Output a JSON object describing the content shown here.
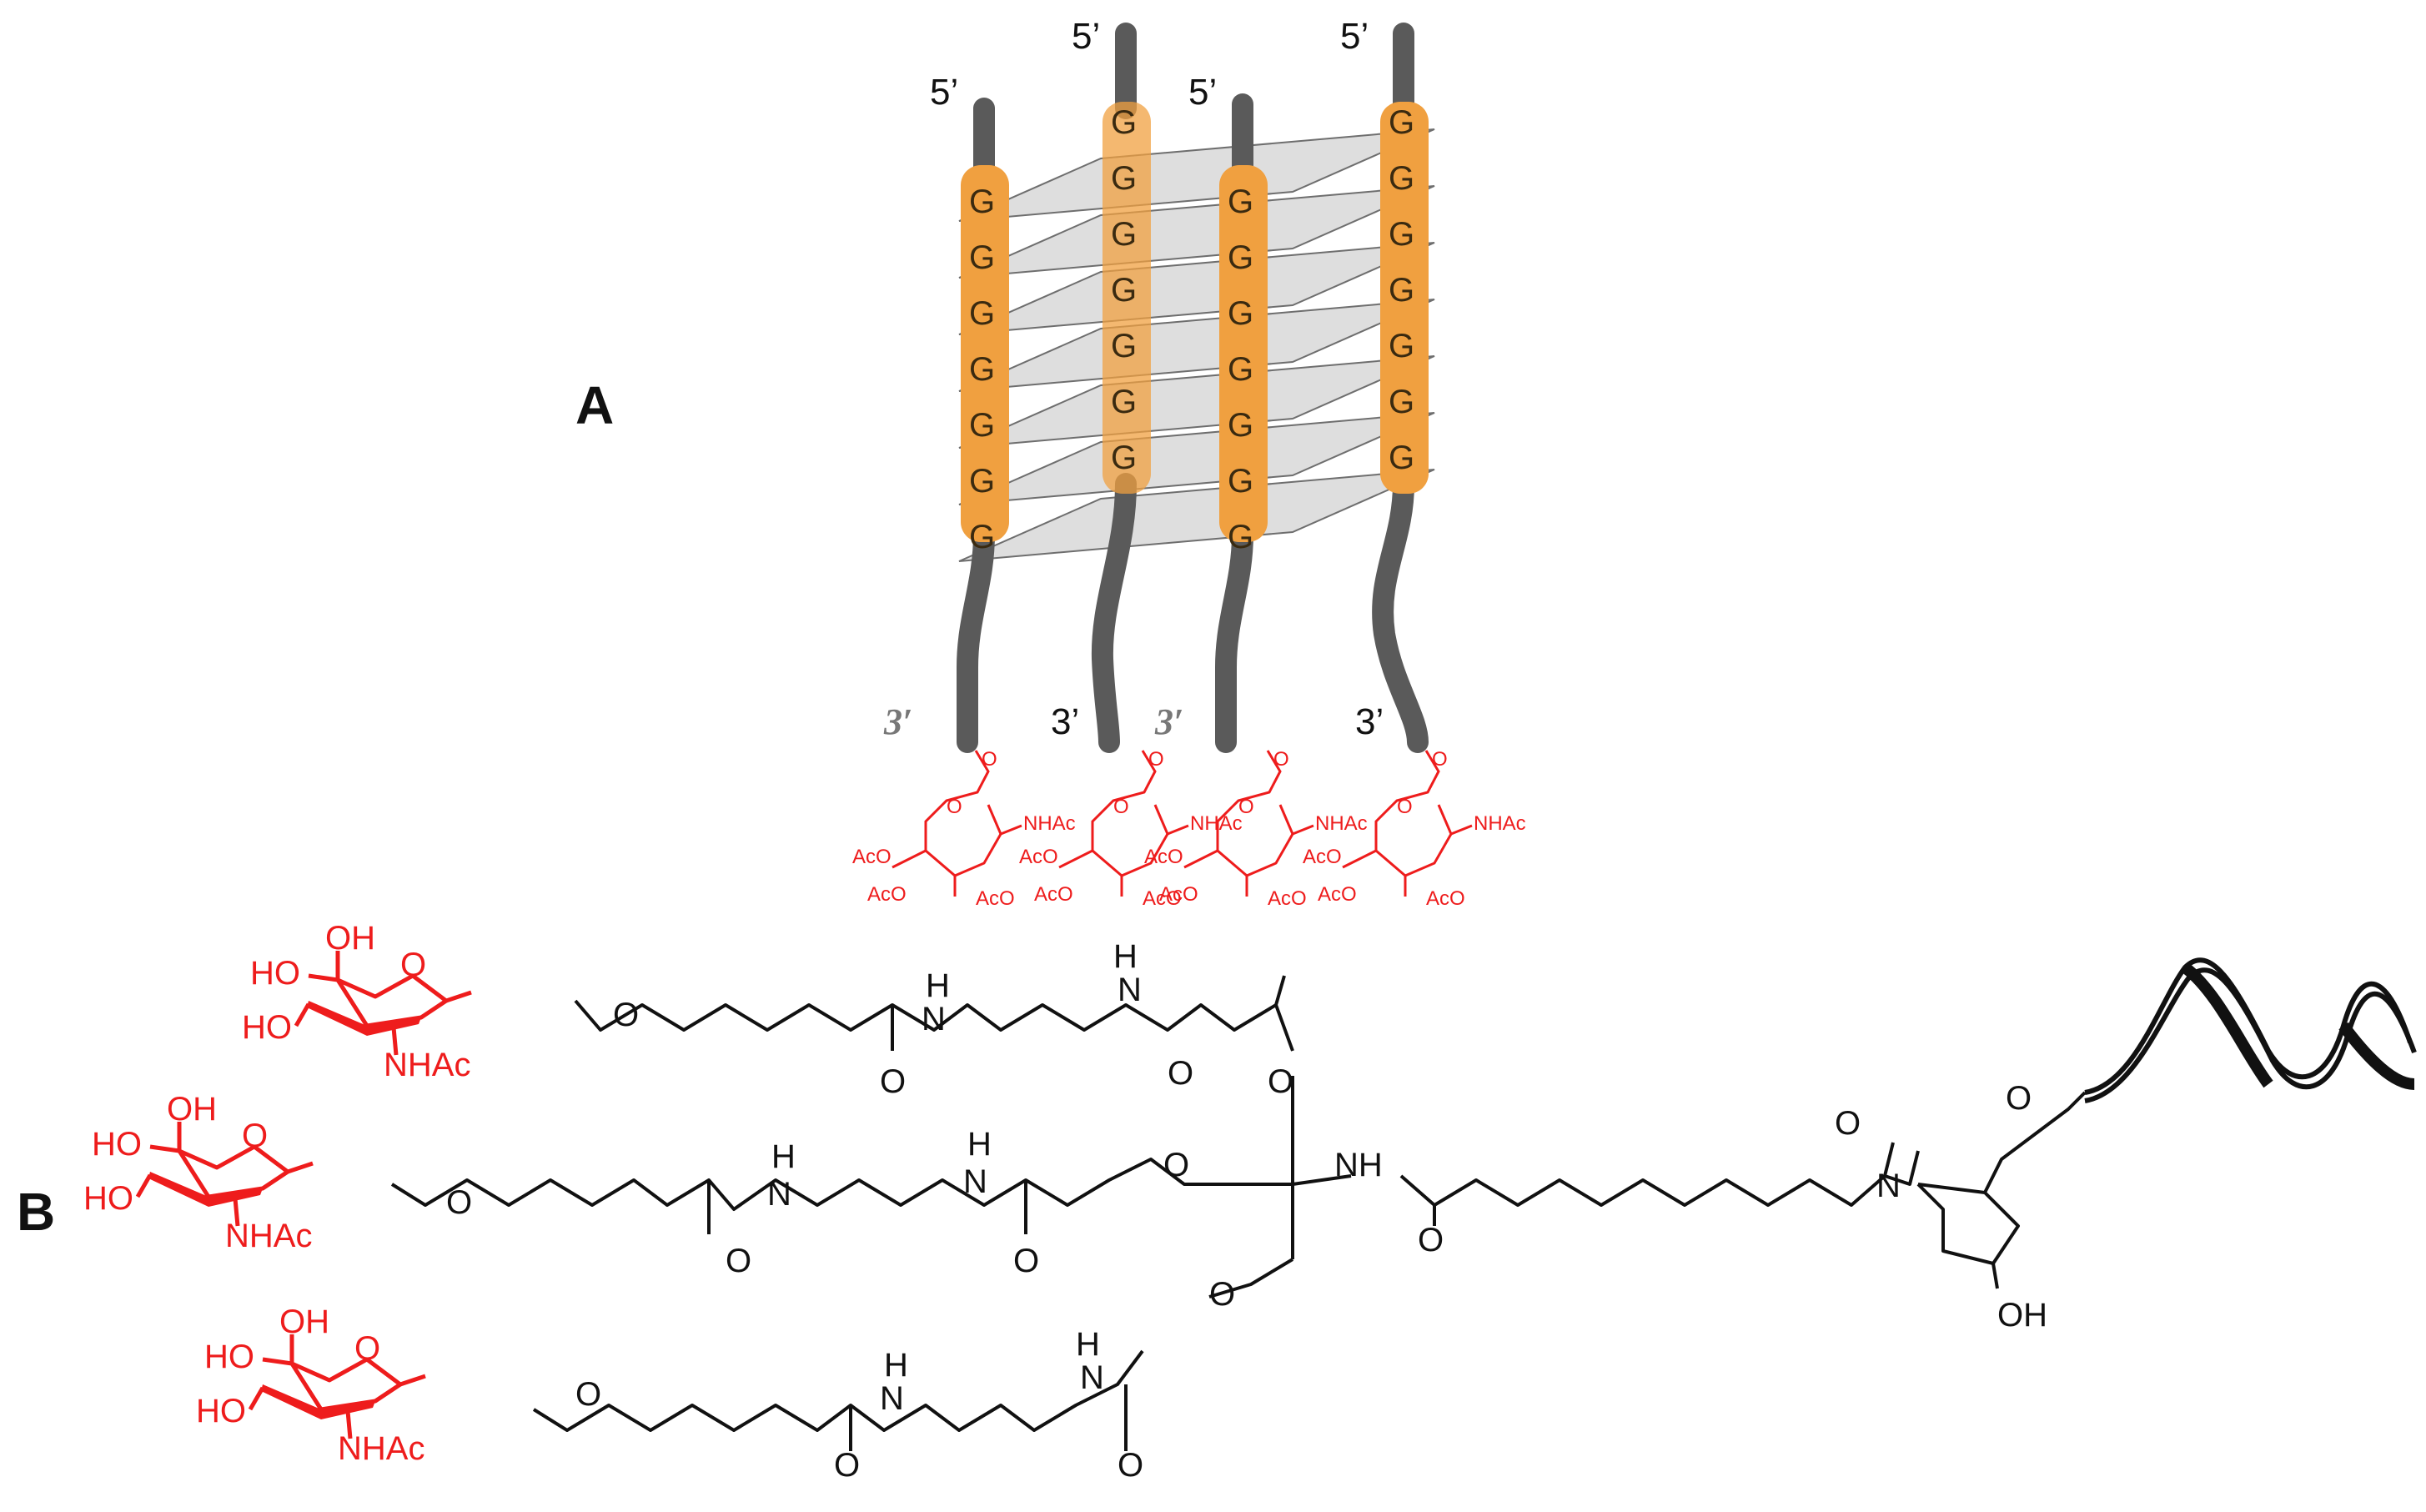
{
  "panels": {
    "a_label": "A",
    "b_label": "B"
  },
  "panel_a": {
    "strand_5prime_label": "5’",
    "strand_3prime_label": "3’",
    "strand_3prime_label_alt": "3′",
    "guanine_label": "G",
    "sugar_labels": {
      "o": "O",
      "nhac": "NHAc",
      "aco": "AcO"
    }
  },
  "panel_b": {
    "sugar_labels": {
      "oh": "OH",
      "ho": "HO",
      "o": "O",
      "nhac": "NHAc"
    },
    "linker_labels": {
      "o": "O",
      "nh": "N",
      "h": "H"
    },
    "core_labels": {
      "nh": "NH",
      "o": "O"
    },
    "prolinol_labels": {
      "n": "N",
      "oh": "OH",
      "o": "O"
    }
  },
  "colors": {
    "strand": "#5a5a5a",
    "guanine_fill": "#f0a040",
    "tetrad_fill": "#d9d9d9",
    "sugar": "#ee1c1c",
    "bond": "#111111"
  }
}
